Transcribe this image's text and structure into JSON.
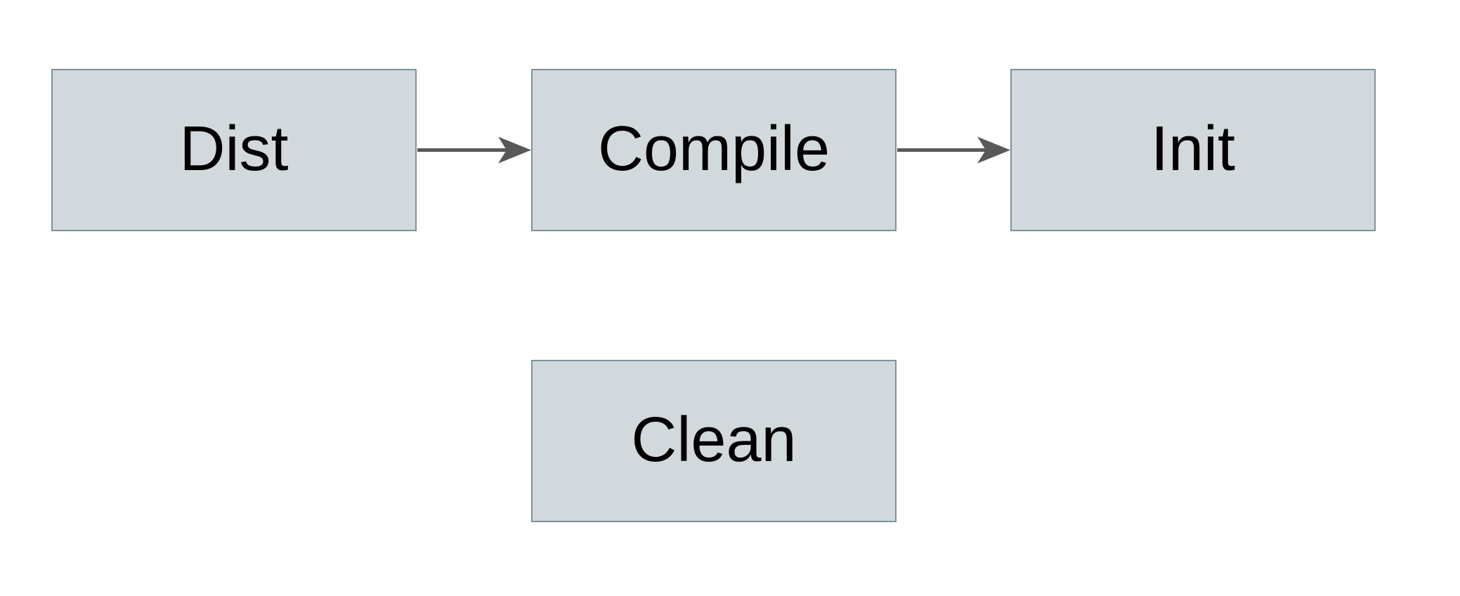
{
  "diagram": {
    "type": "flowchart",
    "nodes": [
      {
        "id": "dist",
        "label": "Dist"
      },
      {
        "id": "compile",
        "label": "Compile"
      },
      {
        "id": "init",
        "label": "Init"
      },
      {
        "id": "clean",
        "label": "Clean"
      }
    ],
    "edges": [
      {
        "from": "dist",
        "to": "compile",
        "style": "arrow-right"
      },
      {
        "from": "compile",
        "to": "init",
        "style": "arrow-right"
      }
    ],
    "colors": {
      "background": "#ffffff",
      "node_fill": "#d2d9dc",
      "node_border": "#7b929c",
      "arrow_color": "#595959",
      "text_color": "#000000"
    }
  }
}
